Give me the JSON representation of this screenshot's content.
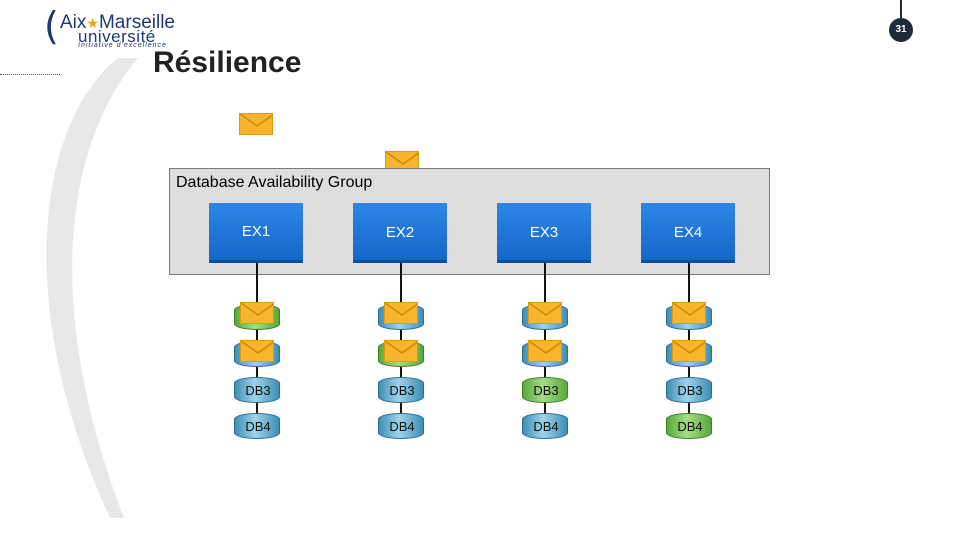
{
  "logo": {
    "line1_a": "Aix",
    "line1_b": "Marseille",
    "line2": "université",
    "line3": "Initiative d'excellence"
  },
  "page_number": "31",
  "title": "Résilience",
  "dag": {
    "label": "Database Availability Group",
    "servers": [
      "EX1",
      "EX2",
      "EX3",
      "EX4"
    ]
  },
  "db_labels": {
    "db3": "DB3",
    "db4": "DB4"
  },
  "colors": {
    "server": "#1e74d8",
    "db_blue": "#6fb8d8",
    "db_green": "#7cc25a",
    "envelope": "#f7b42c",
    "page_badge": "#1f2b3a",
    "logo": "#1f3a73"
  }
}
